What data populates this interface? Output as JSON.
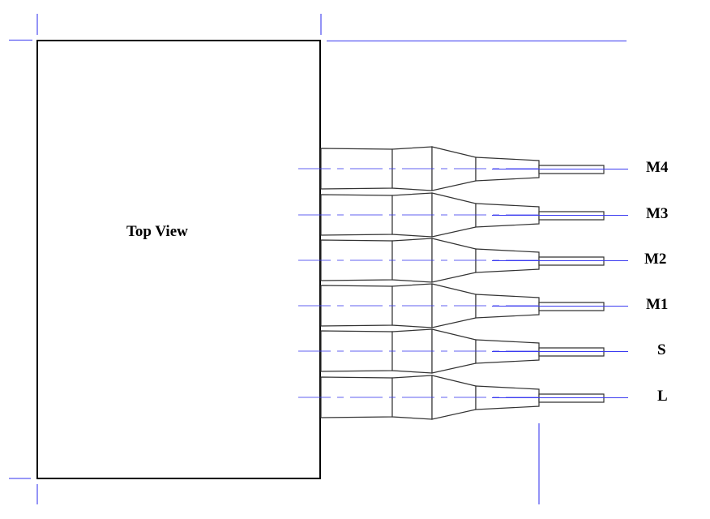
{
  "diagram": {
    "title": "Top View",
    "colors": {
      "outline": "#000000",
      "connector": "#333333",
      "centerline": "#3b3bf0"
    },
    "ports": [
      {
        "id": "M4",
        "label": "M4"
      },
      {
        "id": "M3",
        "label": "M3"
      },
      {
        "id": "M2",
        "label": "M2"
      },
      {
        "id": "M1",
        "label": "M1"
      },
      {
        "id": "S",
        "label": "S"
      },
      {
        "id": "L",
        "label": "L"
      }
    ]
  }
}
